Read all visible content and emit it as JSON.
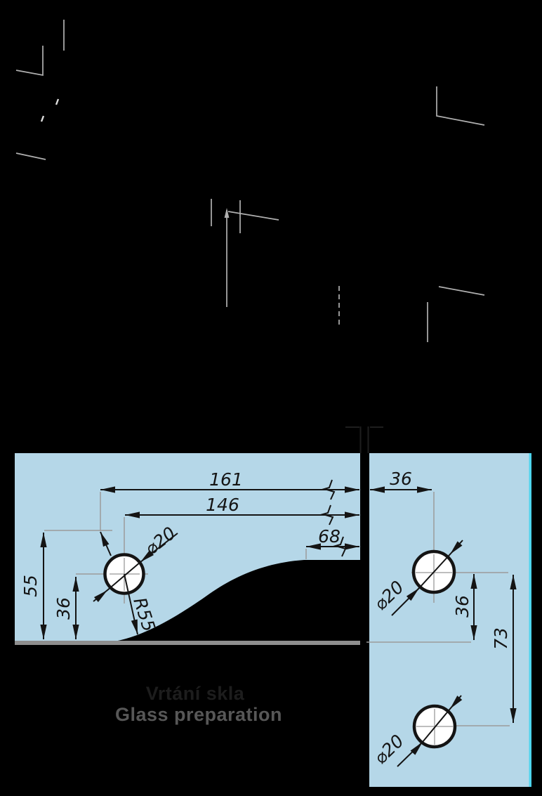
{
  "drawing": {
    "title_cz": "Vrtání skla",
    "title_en": "Glass preparation",
    "dims": {
      "d161": "161",
      "d146": "146",
      "d68": "68",
      "d36_top": "36",
      "d55": "55",
      "d36_left": "36",
      "r55": "R55",
      "dia20_left": "⌀20",
      "dia20_right_top": "⌀20",
      "dia20_right_bottom": "⌀20",
      "d36_right": "36",
      "d73": "73"
    },
    "holes_count": "3"
  },
  "colors": {
    "background": "#000000",
    "glass": "#b5d7e8",
    "glass_edge_highlight": "#4fd5ee",
    "dimension": "#141414",
    "extension_line": "#9b9b9b",
    "photo_leader": "#b0b0b0",
    "bottom_seal": "#8e8e8e",
    "title_cz": "#1d1d1d",
    "title_en": "#575757"
  }
}
